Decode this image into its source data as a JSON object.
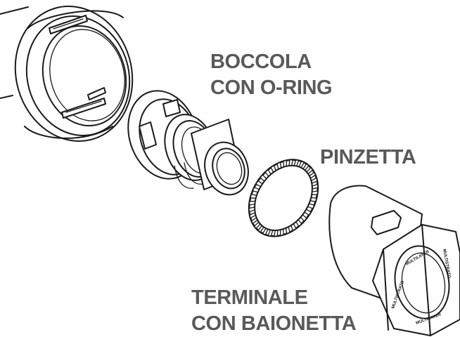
{
  "labels": {
    "boccola": [
      "BOCCOLA",
      "CON O-RING"
    ],
    "pinzetta": "PINZETTA",
    "terminale": [
      "TERMINALE",
      "CON BAIONETTA"
    ]
  },
  "nut_markings": [
    "MULTILAYER",
    "MULTISTRATO",
    "MULTILAYER",
    "MULTISTRATO"
  ],
  "colors": {
    "label_text": "#59595b",
    "line_art": "#1a1a1a",
    "background": "#ffffff"
  }
}
